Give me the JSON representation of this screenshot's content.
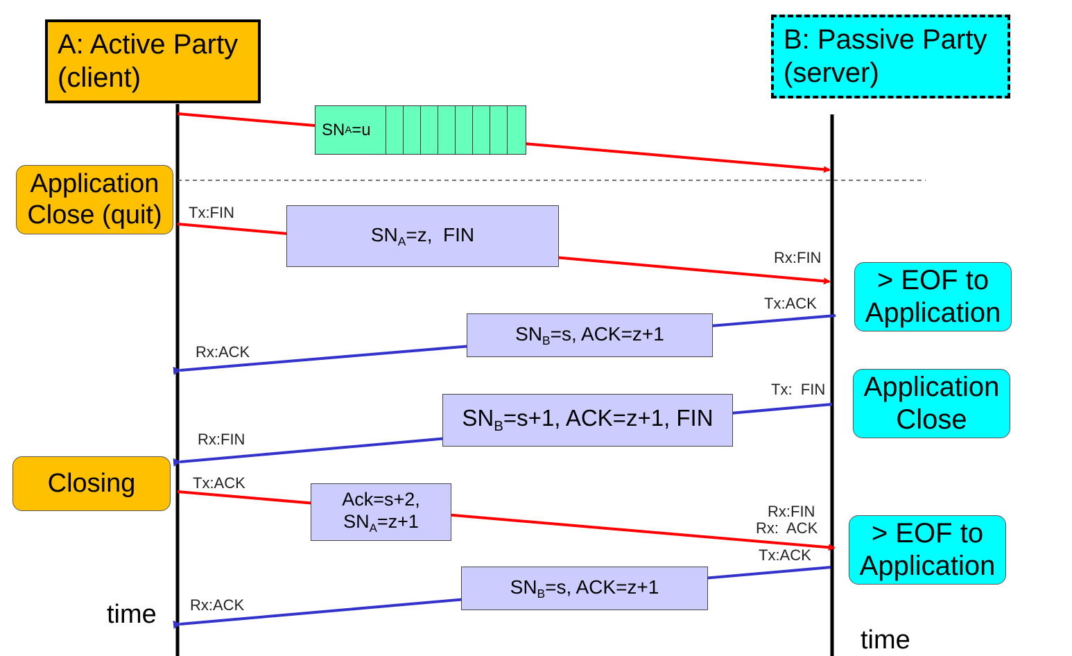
{
  "party_a": {
    "line1": "A: Active Party",
    "line2": "(client)"
  },
  "party_b": {
    "line1": "B: Passive Party",
    "line2": "(server)"
  },
  "states": {
    "app_close_quit": {
      "line1": "Application",
      "line2": "Close (quit)"
    },
    "closing": "Closing",
    "eof_1": {
      "line1": "> EOF to",
      "line2": "Application"
    },
    "app_close": {
      "line1": "Application",
      "line2": "Close"
    },
    "eof_2": {
      "line1": "> EOF to",
      "line2": "Application"
    }
  },
  "segments": {
    "data": {
      "sn": "SN",
      "sub": "A",
      "rest": "=u"
    },
    "fin_a": {
      "sn": "SN",
      "sub": "A",
      "rest": "=z,  FIN"
    },
    "ack_b": {
      "sn": "SN",
      "sub": "B",
      "rest": "=s, ACK=z+1"
    },
    "fin_b": {
      "sn": "SN",
      "sub": "B",
      "rest": "=s+1, ACK=z+1, FIN"
    },
    "ack_a": {
      "line1": "Ack=s+2,",
      "sn": "SN",
      "sub": "A",
      "rest": "=z+1"
    },
    "ack_b2": {
      "sn": "SN",
      "sub": "B",
      "rest": "=s, ACK=z+1"
    }
  },
  "labels": {
    "tx_fin_a": "Tx:FIN",
    "rx_fin_b": "Rx:FIN",
    "tx_ack_b": "Tx:ACK",
    "rx_ack_a": "Rx:ACK",
    "tx_fin_b": "Tx:  FIN",
    "rx_fin_a": "Rx:FIN",
    "tx_ack_a": "Tx:ACK",
    "rx_fin_b2": "Rx:FIN",
    "rx_ack_b2": "Rx:  ACK",
    "tx_ack_b2": "Tx:ACK",
    "rx_ack_a2": "Rx:ACK"
  },
  "time_left": "time",
  "time_right": "time",
  "colors": {
    "client_fill": "#ffc000",
    "server_fill": "#00ffff",
    "segment_fill": "#ccccff",
    "data_segment_fill": "#66ffbb",
    "client_arrow": "#ff0000",
    "server_arrow": "#3333cc"
  }
}
